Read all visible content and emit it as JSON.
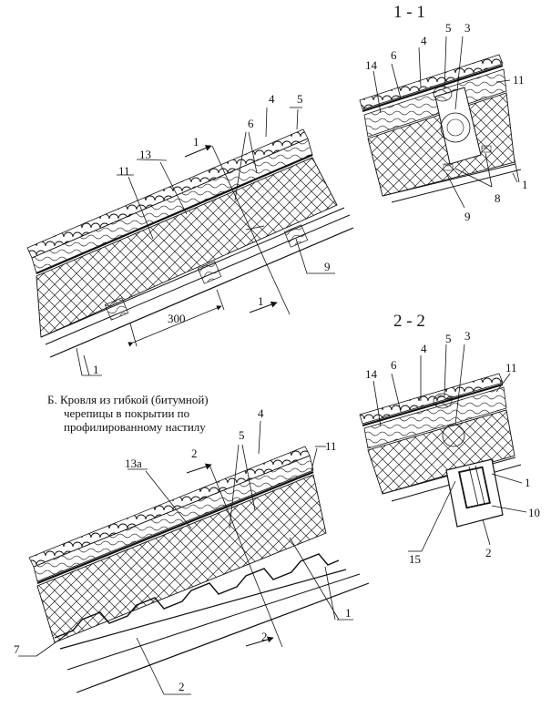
{
  "sections": {
    "s1_title": "1 - 1",
    "s2_title": "2 - 2"
  },
  "caption": {
    "line1": "Б. Кровля из гибкой (битумной)",
    "line2": "черепицы в покрытии по",
    "line3": "профилированному настилу"
  },
  "dimension": {
    "span": "300"
  },
  "callouts": {
    "main_a": {
      "c1": "1",
      "c4": "4",
      "c5": "5",
      "c6": "6",
      "c9": "9",
      "c11": "11",
      "c13": "13",
      "c1b": "1",
      "c1c": "1"
    },
    "main_b": {
      "c2": "2",
      "c4": "4",
      "c5": "5",
      "c11": "11",
      "c13a": "13а",
      "c1": "1",
      "c2b": "2",
      "c2c": "2",
      "c7": "7"
    },
    "sec1": {
      "c3": "3",
      "c4": "4",
      "c5": "5",
      "c6": "6",
      "c8": "8",
      "c9": "9",
      "c11": "11",
      "c14": "14",
      "c1": "1"
    },
    "sec2": {
      "c1": "1",
      "c2": "2",
      "c3": "3",
      "c4": "4",
      "c5": "5",
      "c6": "6",
      "c10": "10",
      "c11": "11",
      "c14": "14",
      "c15": "15"
    }
  },
  "colors": {
    "ink": "#111111",
    "paper": "#ffffff"
  }
}
